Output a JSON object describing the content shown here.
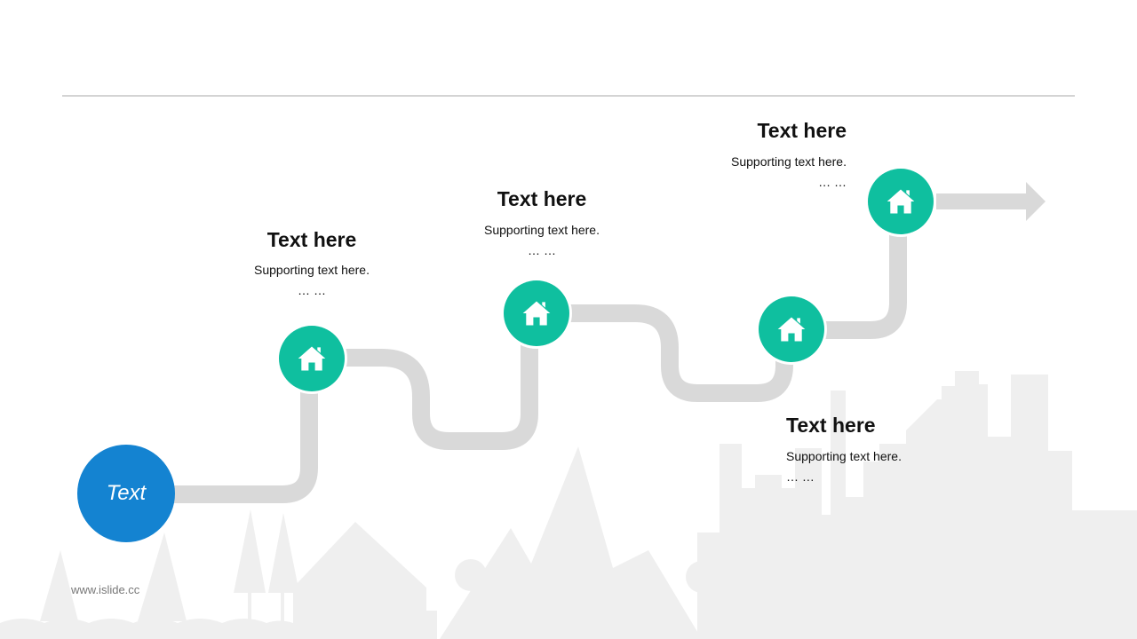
{
  "colors": {
    "accent": "#0FBF9F",
    "start": "#1483D1",
    "road": "#D9D9D9",
    "divider": "#AAAAAA",
    "skyline": "#EFEFEF"
  },
  "start_node": {
    "label": "Text"
  },
  "steps": [
    {
      "title": "Text here",
      "subtitle": "Supporting text here.",
      "ellipsis": "… …",
      "icon": "home-icon"
    },
    {
      "title": "Text here",
      "subtitle": "Supporting text here.",
      "ellipsis": "… …",
      "icon": "home-icon"
    },
    {
      "title": "Text here",
      "subtitle": "Supporting text here.",
      "ellipsis": "… …",
      "icon": "home-icon"
    },
    {
      "title": "Text here",
      "subtitle": "Supporting text here.",
      "ellipsis": "… …",
      "icon": "home-icon"
    }
  ],
  "footer": {
    "text": "www.islide.cc"
  }
}
